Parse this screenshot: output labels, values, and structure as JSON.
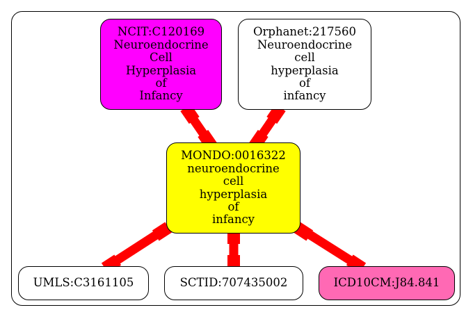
{
  "nodes": {
    "ncit": {
      "lines": [
        "NCIT:C120169",
        "Neuroendocrine",
        "Cell",
        "Hyperplasia",
        "of",
        "Infancy"
      ],
      "fill": "#ff00ff"
    },
    "orphanet": {
      "lines": [
        "Orphanet:217560",
        "Neuroendocrine",
        "cell",
        "hyperplasia",
        "of",
        "infancy"
      ],
      "fill": "#ffffff"
    },
    "mondo": {
      "lines": [
        "MONDO:0016322",
        "neuroendocrine",
        "cell",
        "hyperplasia",
        "of",
        "infancy"
      ],
      "fill": "#ffff00"
    },
    "umls": {
      "lines": [
        "UMLS:C3161105"
      ],
      "fill": "#ffffff"
    },
    "sctid": {
      "lines": [
        "SCTID:707435002"
      ],
      "fill": "#ffffff"
    },
    "icd10cm": {
      "lines": [
        "ICD10CM:J84.841"
      ],
      "fill": "#ff69b4"
    }
  },
  "edges": [
    {
      "from": "ncit",
      "to": "mondo"
    },
    {
      "from": "orphanet",
      "to": "mondo"
    },
    {
      "from": "mondo",
      "to": "umls"
    },
    {
      "from": "mondo",
      "to": "sctid"
    },
    {
      "from": "mondo",
      "to": "icd10cm"
    }
  ],
  "edge_color": "#ff0000"
}
